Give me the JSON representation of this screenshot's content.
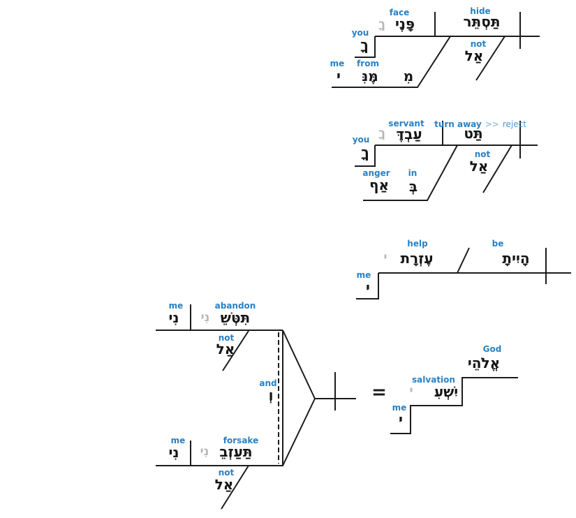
{
  "colors": {
    "label_blue": "#2980c4",
    "label_light_blue": "#4f9ad2",
    "separator_blue": "#9fc2e0",
    "ghost_gray": "#b5b7ba",
    "line_black": "#1b1b1b"
  },
  "clauses": {
    "hide": {
      "verb_label": "hide",
      "verb": "תַּסְתֵּר",
      "neg_label": "not",
      "neg": "אַל",
      "obj_label": "face",
      "obj": "פָּנֶי",
      "obj_ghost": "ךָ",
      "sfx_label": "you",
      "sfx": "ךָ",
      "pp": {
        "pobj_label": "me",
        "pobj": "י",
        "prep_label": "from",
        "prep": "מֶּנִּ",
        "prep_head": "מִ"
      }
    },
    "reject": {
      "verb_label_main": "turn away",
      "verb_label_sep": ">>",
      "verb_label_alt": "reject",
      "verb": "תַּט",
      "neg_label": "not",
      "neg": "אַל",
      "obj_label": "servant",
      "obj": "עַבְדֶּ",
      "obj_ghost": "ךָ",
      "sfx_label": "you",
      "sfx": "ךָ",
      "pp": {
        "pobj_label": "anger",
        "pobj": "אַף",
        "prep_label": "in",
        "prep": "בְּ"
      }
    },
    "help": {
      "verb_label": "be",
      "verb": "הָיִיתָ",
      "pred_label": "help",
      "pred": "עֶזְרָת",
      "pred_ghost": "י",
      "sfx_label": "me",
      "sfx": "י"
    },
    "abandon": {
      "verb_label": "abandon",
      "verb": "תִּטְּשֵׁ",
      "verb_ghost": "נִי",
      "obj_label": "me",
      "obj": "נִי",
      "neg_label": "not",
      "neg": "אַל"
    },
    "forsake": {
      "verb_label": "forsake",
      "verb": "תַּעַזְבֵ",
      "verb_ghost": "נִי",
      "obj_label": "me",
      "obj": "נִי",
      "neg_label": "not",
      "neg": "אַל"
    },
    "conjunction": {
      "label": "and",
      "word": "וְ"
    },
    "equals_sign": "=",
    "vocative": {
      "head_label": "God",
      "head": "אֱלֹהֵי",
      "mid_label": "salvation",
      "mid": "יִשְׁעִ",
      "mid_ghost": "י",
      "sfx_label": "me",
      "sfx": "י"
    }
  }
}
